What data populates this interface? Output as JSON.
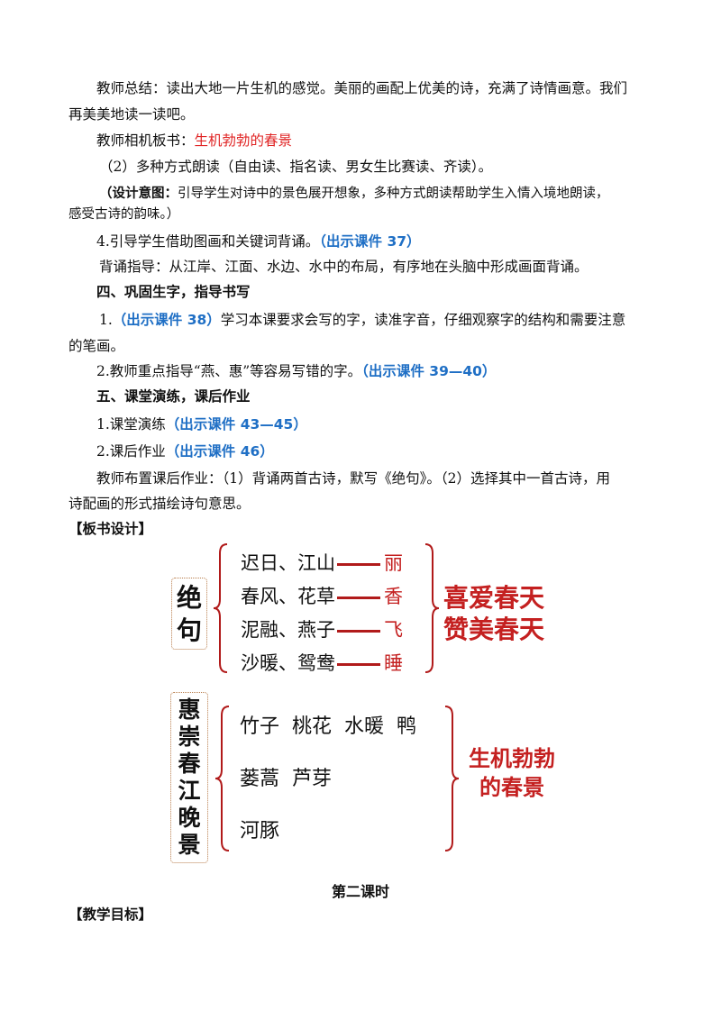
{
  "para1_line1": "教师总结：读出大地一片生机的感觉。美丽的画配上优美的诗，充满了诗情画意。我们",
  "para1_line2": "再美美地读一读吧。",
  "board_prefix": "教师相机板书：",
  "board_red": "生机勃勃的春景",
  "item2": "（2）多种方式朗读（自由读、指名读、男女生比赛读、齐读）。",
  "design_label": "（设计意图",
  "design_colon": "：",
  "design_line1_rest": "引导学生对诗中的景色展开想象，多种方式朗读帮助学生入情入境地朗读，",
  "design_line2": "感受古诗的韵味。）",
  "item4_text": "4.引导学生借助图画和关键词背诵。",
  "item4_link": "（出示课件 37）",
  "recite_guide": "背诵指导：从江岸、江面、水边、水中的布局，有序地在头脑中形成画面背诵。",
  "section4": "四、巩固生字，指导书写",
  "s4_item1_num": "1.",
  "s4_item1_link": "（出示课件 38）",
  "s4_item1_text": "学习本课要求会写的字，读准字音，仔细观察字的结构和需要注意",
  "s4_item1_line2": "的笔画。",
  "s4_item2_text": "2.教师重点指导“燕、惠”等容易写错的字。",
  "s4_item2_link": "（出示课件 39—40）",
  "section5": "五、课堂演练，课后作业",
  "s5_item1_text": "1.课堂演练",
  "s5_item1_link": "（出示课件 43—45）",
  "s5_item2_text": "2.课后作业",
  "s5_item2_link": "（出示课件 46）",
  "hw_line1": "教师布置课后作业：（1）背诵两首古诗，默写《绝句》。（2）选择其中一首古诗，用",
  "hw_line2": "诗配画的形式描绘诗句意思。",
  "board_design_heading": "【板书设计】",
  "board1": {
    "title": [
      "绝",
      "句"
    ],
    "lines": [
      {
        "left": "迟日、江山",
        "right": "丽"
      },
      {
        "left": "春风、花草",
        "right": "香"
      },
      {
        "left": "泥融、燕子",
        "right": "飞"
      },
      {
        "left": "沙暖、鸳鸯",
        "right": "睡"
      }
    ],
    "summary": [
      "喜爱春天",
      "赞美春天"
    ]
  },
  "board2": {
    "title": [
      "惠",
      "崇",
      "春",
      "江",
      "晚",
      "景"
    ],
    "lines": [
      "竹子  桃花  水暖  鸭",
      "蒌蒿  芦芽",
      "河豚"
    ],
    "summary": [
      "生机勃勃",
      "的春景"
    ]
  },
  "second_lesson": "第二课时",
  "objectives_heading": "【教学目标】",
  "colors": {
    "red": "#e02424",
    "blue": "#1f6fc5",
    "brace": "#b11a1a"
  }
}
